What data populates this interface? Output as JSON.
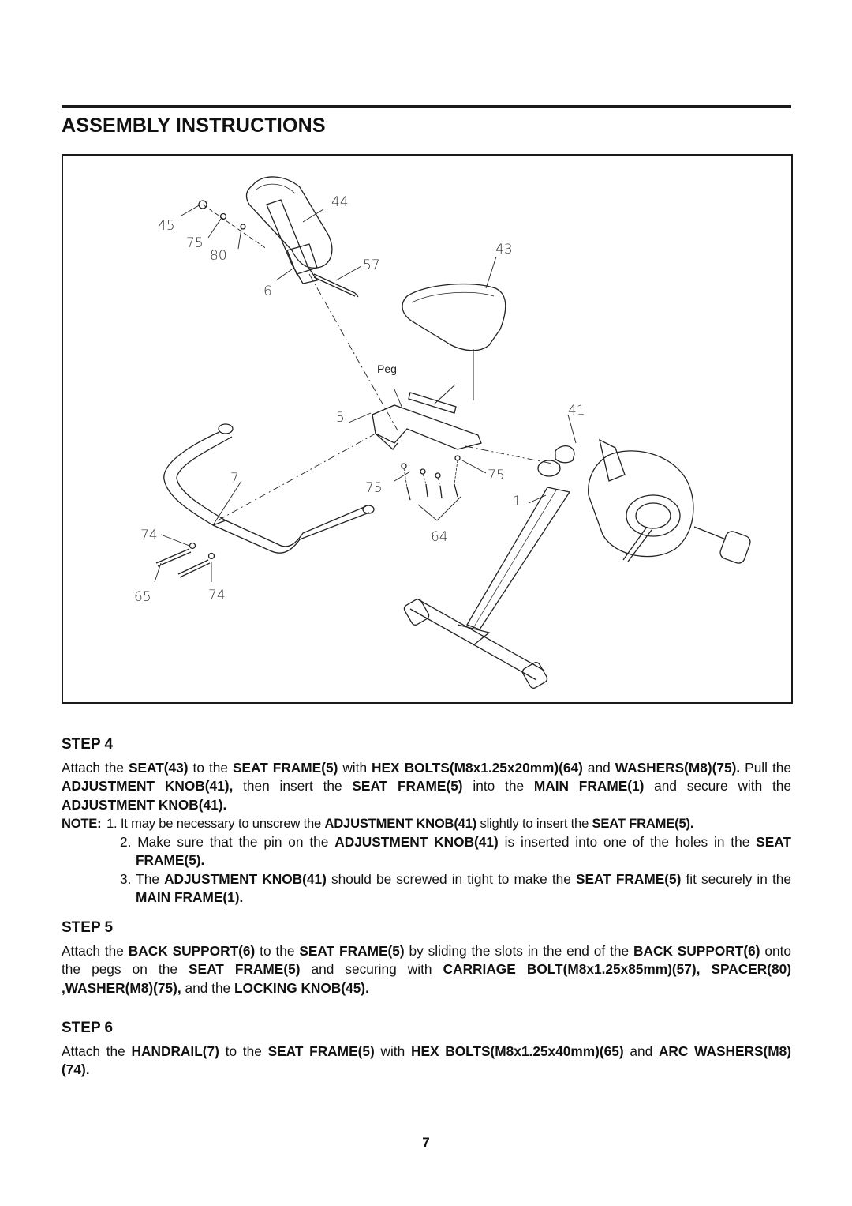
{
  "title": "ASSEMBLY INSTRUCTIONS",
  "figure": {
    "callouts": [
      "44",
      "45",
      "75",
      "80",
      "43",
      "57",
      "6",
      "Peg",
      "5",
      "41",
      "7",
      "75",
      "75",
      "1",
      "74",
      "64",
      "65",
      "74"
    ]
  },
  "step4": {
    "heading": "STEP 4",
    "segments": [
      "Attach the ",
      "SEAT(43)",
      " to the ",
      "SEAT FRAME(5)",
      " with ",
      "HEX BOLTS(M8x1.25x20mm)(64)",
      " and ",
      "WASHERS(M8)(75).",
      " Pull the ",
      "ADJUSTMENT KNOB(41),",
      " then insert the ",
      "SEAT FRAME(5)",
      " into the ",
      "MAIN FRAME(1)",
      " and secure with the ",
      "ADJUSTMENT KNOB(41)."
    ],
    "note_label": "NOTE:",
    "notes": [
      [
        "1. It may be necessary to unscrew the ",
        "ADJUSTMENT KNOB(41)",
        " slightly to insert the ",
        "SEAT FRAME(5)."
      ],
      [
        "2. Make sure that the pin on the ",
        "ADJUSTMENT KNOB(41)",
        " is inserted into one of the holes in the ",
        "SEAT FRAME(5)."
      ],
      [
        "3. The ",
        "ADJUSTMENT KNOB(41)",
        " should be screwed in tight to make the ",
        "SEAT FRAME(5)",
        " fit securely in the ",
        "MAIN FRAME(1)."
      ]
    ]
  },
  "step5": {
    "heading": "STEP 5",
    "segments": [
      "Attach the ",
      "BACK SUPPORT(6)",
      " to the ",
      "SEAT FRAME(5)",
      " by sliding the slots in the end of the ",
      "BACK SUPPORT(6)",
      " onto the pegs on the ",
      "SEAT FRAME(5)",
      " and securing with ",
      "CARRIAGE BOLT(M8x1.25x85mm)(57), SPACER(80) ,WASHER(M8)(75),",
      " and the ",
      "LOCKING KNOB(45)."
    ]
  },
  "step6": {
    "heading": "STEP 6",
    "segments": [
      "Attach the ",
      "HANDRAIL(7)",
      " to the ",
      "SEAT FRAME(5)",
      " with ",
      "HEX BOLTS(M8x1.25x40mm)(65)",
      " and ",
      "ARC WASHERS(M8)(74)."
    ]
  },
  "page_number": "7"
}
